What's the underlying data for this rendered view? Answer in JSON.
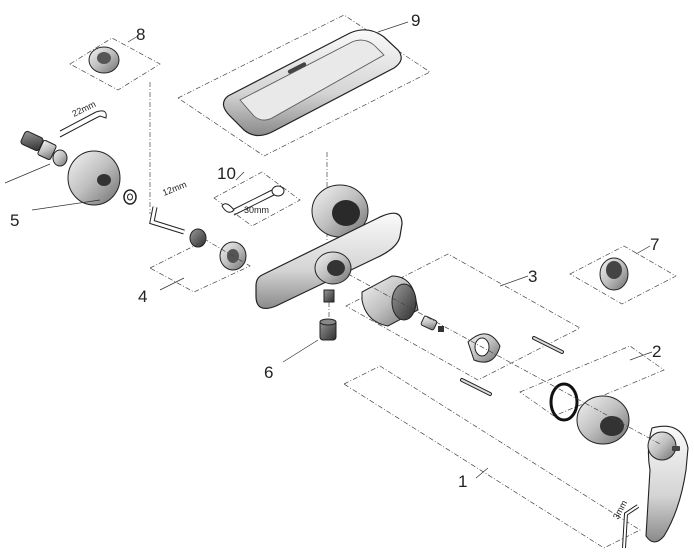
{
  "callouts": {
    "c1": "1",
    "c2": "2",
    "c3": "3",
    "c4": "4",
    "c5": "5",
    "c6": "6",
    "c7": "7",
    "c8": "8",
    "c9": "9",
    "c10": "10"
  },
  "dimensions": {
    "wrench_22": "22mm",
    "hex_key_12": "12mm",
    "wrench_30": "30mm",
    "hex_key_3": "3mm"
  }
}
